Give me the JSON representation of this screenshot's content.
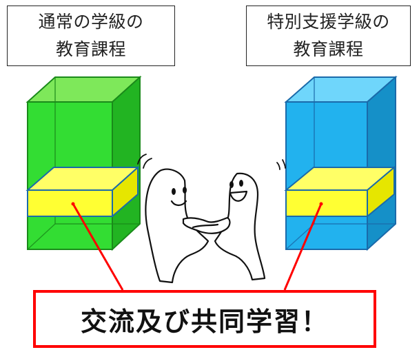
{
  "labels": {
    "regular_class": [
      "通常の学級の",
      "教育課程"
    ],
    "special_class": [
      "特別支援学級の",
      "教育課程"
    ]
  },
  "callout": {
    "text": "交流及び共同学習！"
  },
  "colors": {
    "regular_block": "#33dd33",
    "special_block": "#22b2ee",
    "shared_layer": "#ffff33",
    "callout_border": "#ff0000"
  },
  "icons": [
    "green-prism",
    "blue-prism",
    "yellow-shared-slab",
    "two-figures-shaking-hands"
  ]
}
